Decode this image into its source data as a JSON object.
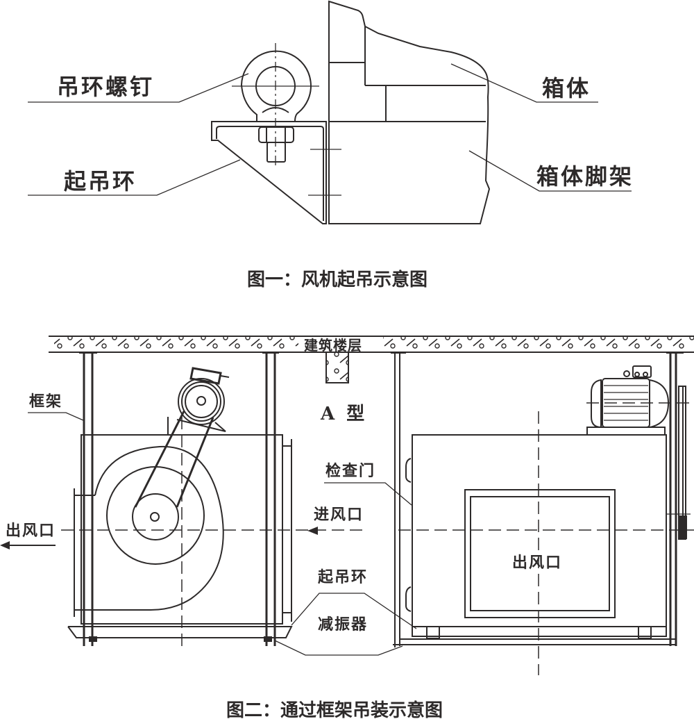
{
  "figure1": {
    "caption": "图一：风机起吊示意图",
    "labels": {
      "eye_bolt": "吊环螺钉",
      "lifting_ring": "起吊环",
      "casing": "箱体",
      "casing_stand": "箱体脚架"
    }
  },
  "figure2": {
    "caption": "图二：通过框架吊装示意图",
    "labels": {
      "building_floor": "建筑楼层",
      "frame": "框架",
      "type": "A 型",
      "inspection_door": "检查门",
      "outlet_left": "出风口",
      "inlet": "进风口",
      "lifting_ring": "起吊环",
      "damper": "减振器",
      "outlet_front": "出风口"
    }
  },
  "colors": {
    "line": "#2d2a2a",
    "background": "#ffffff"
  }
}
